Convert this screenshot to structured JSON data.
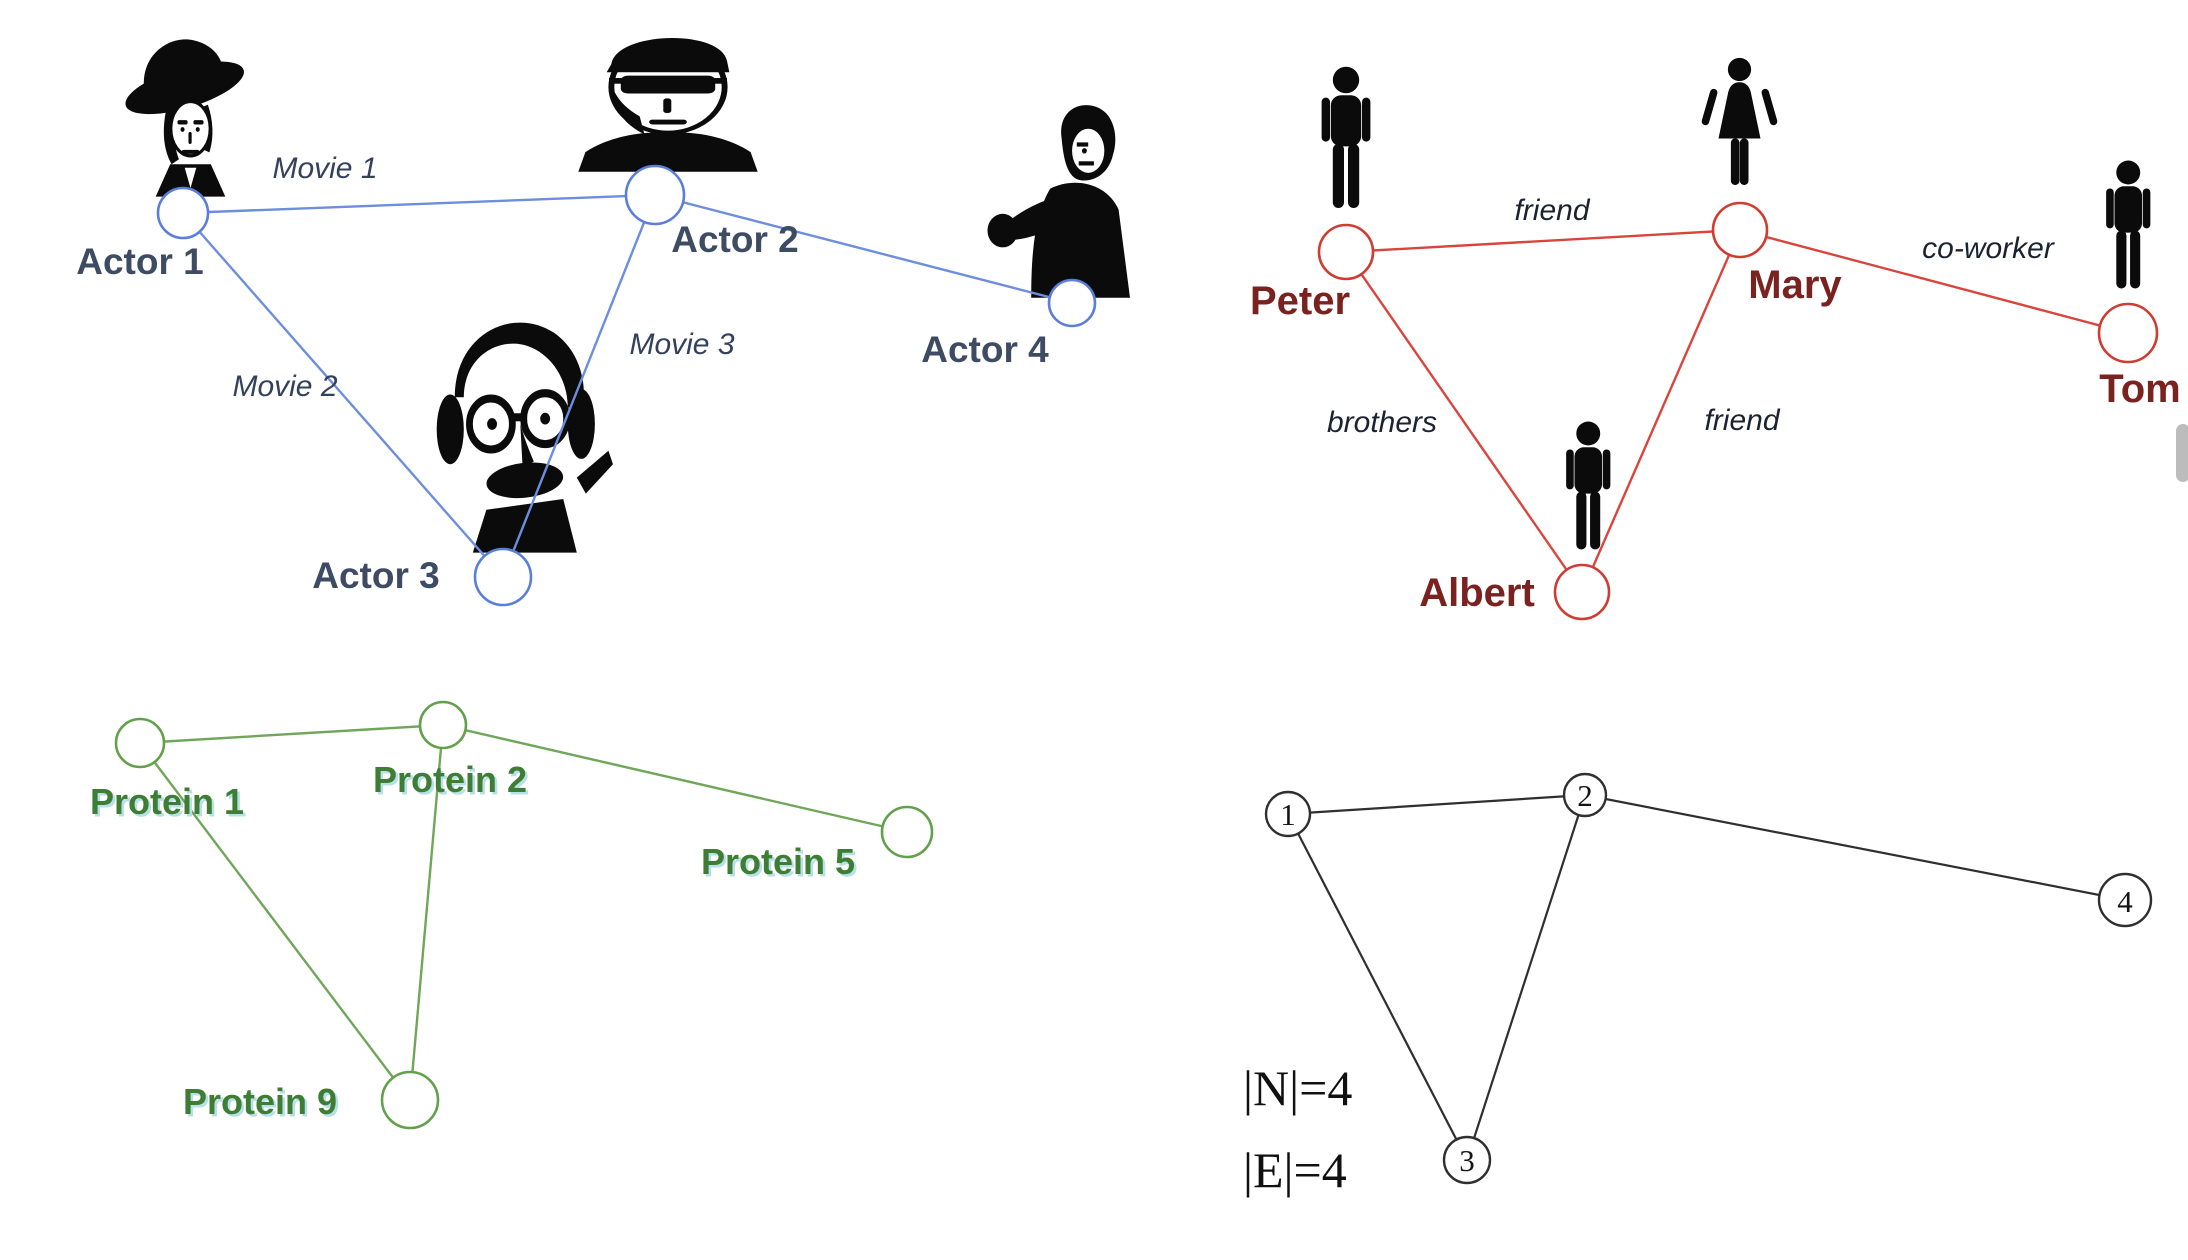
{
  "diagram": {
    "actor_network": {
      "accent_color": "#5b7fd9",
      "label_color": "#3d4b63",
      "nodes": {
        "a1": {
          "label": "Actor 1"
        },
        "a2": {
          "label": "Actor 2"
        },
        "a3": {
          "label": "Actor 3"
        },
        "a4": {
          "label": "Actor 4"
        }
      },
      "edge_labels": {
        "movie1": "Movie 1",
        "movie2": "Movie 2",
        "movie3": "Movie 3"
      },
      "edges": [
        {
          "source": "Actor 1",
          "target": "Actor 2",
          "label": "Movie 1"
        },
        {
          "source": "Actor 1",
          "target": "Actor 3",
          "label": "Movie 2"
        },
        {
          "source": "Actor 2",
          "target": "Actor 3",
          "label": "Movie 3"
        },
        {
          "source": "Actor 2",
          "target": "Actor 4",
          "label": ""
        }
      ]
    },
    "social_network": {
      "accent_color": "#d9453c",
      "label_color": "#7a2220",
      "nodes": {
        "peter": {
          "label": "Peter",
          "icon": "male-person-icon"
        },
        "mary": {
          "label": "Mary",
          "icon": "female-person-icon"
        },
        "tom": {
          "label": "Tom",
          "icon": "male-person-icon"
        },
        "albert": {
          "label": "Albert",
          "icon": "male-person-icon"
        }
      },
      "edge_labels": {
        "friend_top": "friend",
        "co_worker": "co-worker",
        "brothers": "brothers",
        "friend_bottom": "friend"
      },
      "edges": [
        {
          "source": "Peter",
          "target": "Mary",
          "label": "friend"
        },
        {
          "source": "Mary",
          "target": "Tom",
          "label": "co-worker"
        },
        {
          "source": "Peter",
          "target": "Albert",
          "label": "brothers"
        },
        {
          "source": "Mary",
          "target": "Albert",
          "label": "friend"
        }
      ]
    },
    "protein_network": {
      "accent_color": "#63a04b",
      "label_color": "#3e7d33",
      "nodes": {
        "p1": {
          "label": "Protein 1"
        },
        "p2": {
          "label": "Protein 2"
        },
        "p5": {
          "label": "Protein 5"
        },
        "p9": {
          "label": "Protein 9"
        }
      },
      "edges": [
        {
          "source": "Protein 1",
          "target": "Protein 2"
        },
        {
          "source": "Protein 1",
          "target": "Protein 9"
        },
        {
          "source": "Protein 2",
          "target": "Protein 9"
        },
        {
          "source": "Protein 2",
          "target": "Protein 5"
        }
      ]
    },
    "abstract_graph": {
      "accent_color": "#2f2f2f",
      "nodes": {
        "n1": {
          "label": "1"
        },
        "n2": {
          "label": "2"
        },
        "n3": {
          "label": "3"
        },
        "n4": {
          "label": "4"
        }
      },
      "stats": {
        "node_count": "|N|=4",
        "edge_count": "|E|=4"
      },
      "edges": [
        {
          "source": "1",
          "target": "2"
        },
        {
          "source": "1",
          "target": "3"
        },
        {
          "source": "2",
          "target": "3"
        },
        {
          "source": "2",
          "target": "4"
        }
      ]
    }
  }
}
